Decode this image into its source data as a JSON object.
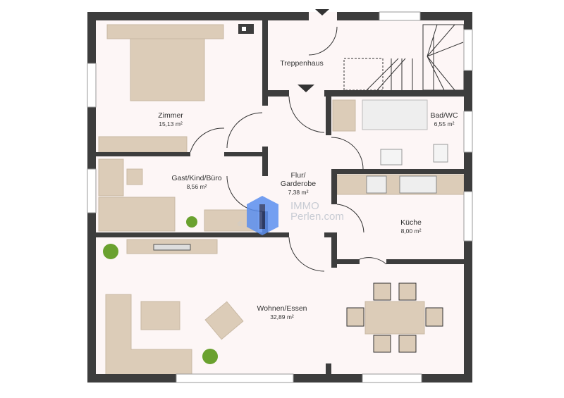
{
  "plan": {
    "rooms": [
      {
        "name": "Zimmer",
        "area": "15,13 m²"
      },
      {
        "name": "Treppenhaus",
        "area": ""
      },
      {
        "name": "Bad/WC",
        "area": "6,55 m²"
      },
      {
        "name": "Gast/Kind/Büro",
        "area": "8,56 m²"
      },
      {
        "name": "Flur/",
        "name2": "Garderobe",
        "area": "7,38 m²"
      },
      {
        "name": "Küche",
        "area": "8,00 m²"
      },
      {
        "name": "Wohnen/Essen",
        "area": "32,89 m²"
      }
    ],
    "colors": {
      "wall": "#3d3d3d",
      "floor": "#fdf6f6",
      "furniture": "#dcccb8",
      "logo": "#5b8ff0"
    }
  },
  "watermark": {
    "line1": "IMMO",
    "line2": "Perlen.com",
    "copyright": "©"
  }
}
